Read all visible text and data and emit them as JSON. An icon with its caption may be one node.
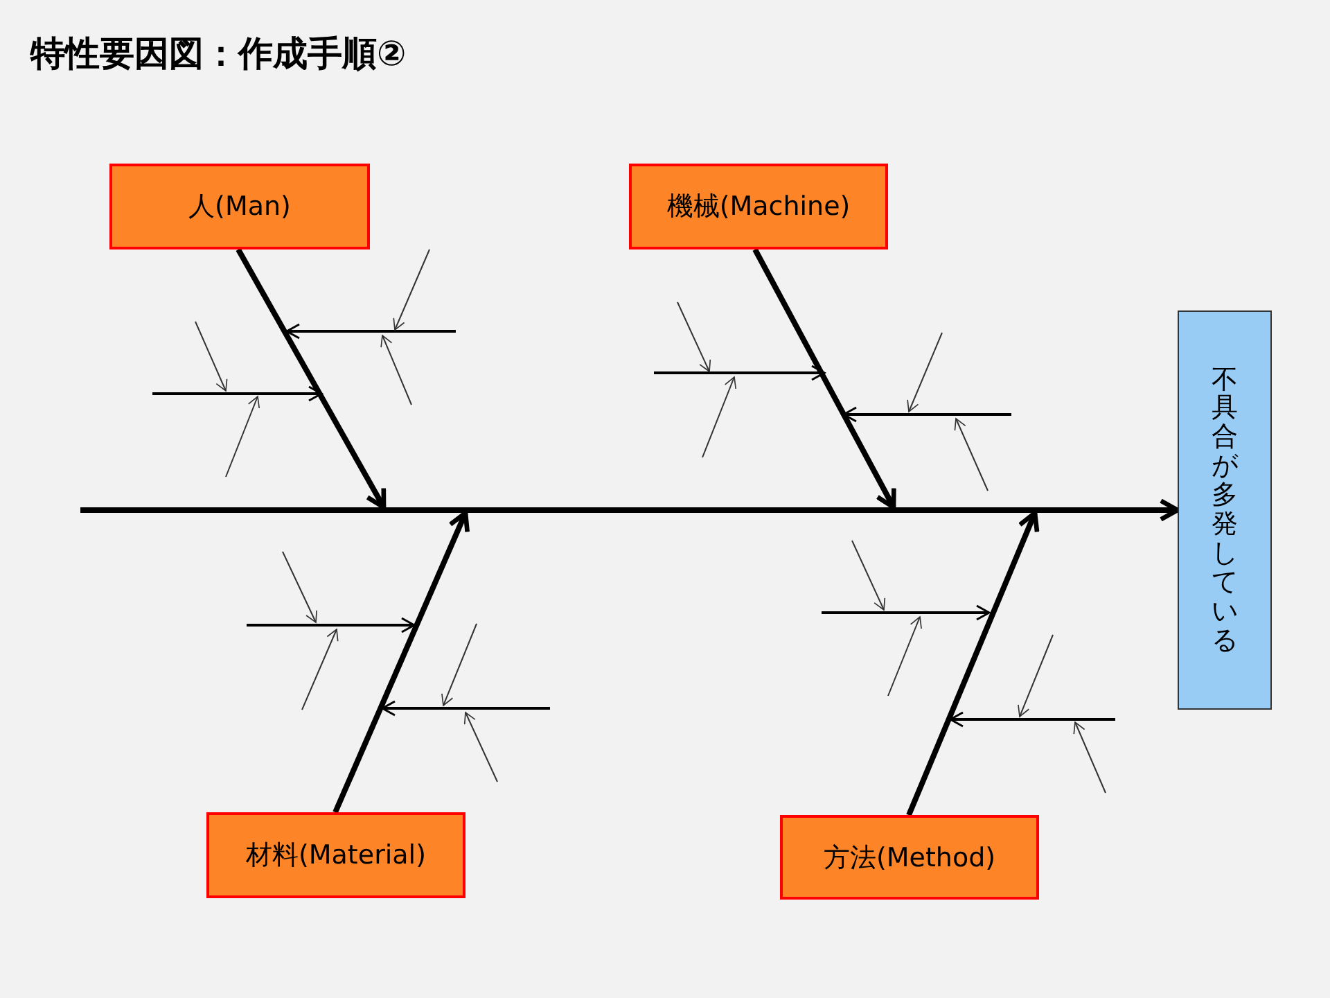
{
  "diagram": {
    "title": "特性要因図：作成手順②",
    "nodes": [
      {
        "text": [
          "人(Man)"
        ]
      },
      {
        "text": [
          "機械(Machine)"
        ]
      },
      {
        "text": [
          "材料(Material)"
        ]
      },
      {
        "text": [
          "方法(Method)"
        ]
      },
      {
        "text": [
          "不具合が多発している"
        ]
      }
    ],
    "edges": [
      {
        "from": null,
        "to": 4,
        "arrow": "to"
      },
      {
        "from": 0,
        "to": null,
        "arrow": "to"
      },
      {
        "from": 1,
        "to": null,
        "arrow": "to"
      },
      {
        "from": 2,
        "to": null,
        "arrow": "to"
      },
      {
        "from": 3,
        "to": null,
        "arrow": "to"
      }
    ]
  }
}
